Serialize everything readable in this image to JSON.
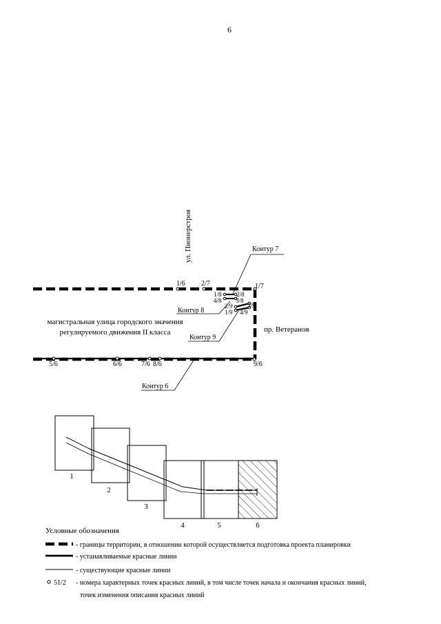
{
  "page_number": "6",
  "map": {
    "street_vertical": "ул. Пионерстроя",
    "street_right": "пр. Ветеранов",
    "main_road": [
      "магистральная улица городского значения",
      "регулируемого движения II класса"
    ],
    "contours": [
      "Контур 7",
      "Контур 8",
      "Контур 9",
      "Контур 6"
    ],
    "point_labels": [
      "1/6",
      "2/7",
      "1/7",
      "1/8",
      "2/8",
      "4/8",
      "3/8",
      "2/9",
      "3/9",
      "1/9",
      "4/9",
      "5/6",
      "6/6",
      "7/6",
      "8/6",
      "9/6"
    ]
  },
  "sheet_index": {
    "sheets": [
      "1",
      "2",
      "3",
      "4",
      "5",
      "6"
    ]
  },
  "legend": {
    "title": "Условные обозначения",
    "items": [
      "- границы территории, в отношении которой осуществляется подготовка проекта планировки",
      "- устанавливаемые красные линии",
      "- существующие красные линии",
      "- номера характерных точек красных линий, в том числе точек начала и окончания красных линий,"
    ],
    "item_continuation": "точек изменения описания красных линий",
    "point_sample": "51/2"
  }
}
